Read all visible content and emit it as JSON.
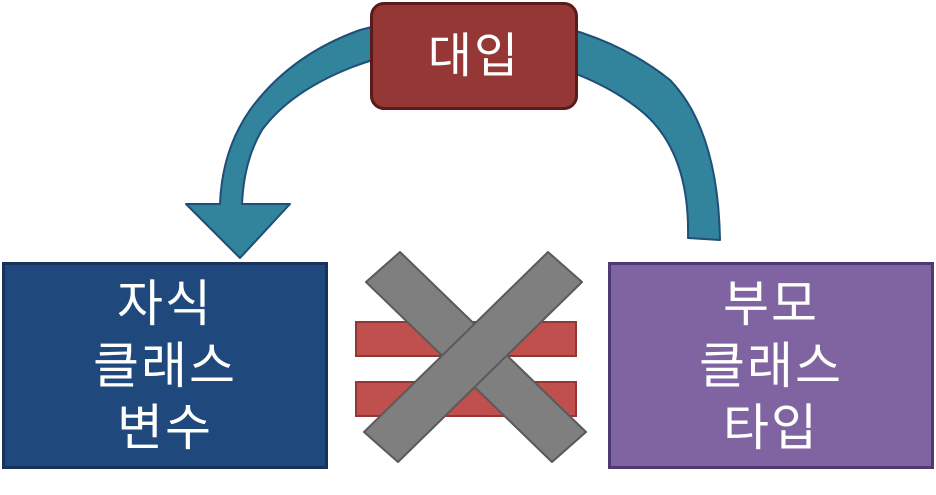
{
  "colors": {
    "arrow_fill": "#31849b",
    "arrow_stroke": "#1f4e79",
    "assign_fill": "#953734",
    "child_fill": "#1f497d",
    "parent_fill": "#8064a2",
    "equals_fill": "#c0504d",
    "equals_stroke": "#943634",
    "cross_fill": "#7f7f7f",
    "cross_stroke": "#5a5a5a"
  },
  "assign": {
    "label": "대입"
  },
  "child": {
    "lines": [
      "자식",
      "클래스",
      "변수"
    ]
  },
  "parent": {
    "lines": [
      "부모",
      "클래스",
      "타입"
    ]
  },
  "relation": {
    "symbol": "not-equal",
    "icon": "not-equal-icon"
  }
}
